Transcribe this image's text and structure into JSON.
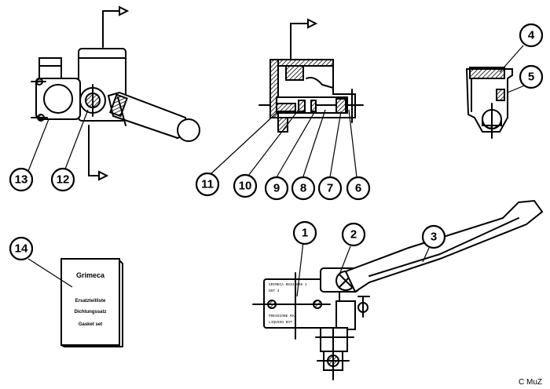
{
  "callouts": [
    {
      "id": "1",
      "label": "1"
    },
    {
      "id": "2",
      "label": "2"
    },
    {
      "id": "3",
      "label": "3"
    },
    {
      "id": "4",
      "label": "4"
    },
    {
      "id": "5",
      "label": "5"
    },
    {
      "id": "6",
      "label": "6"
    },
    {
      "id": "7",
      "label": "7"
    },
    {
      "id": "8",
      "label": "8"
    },
    {
      "id": "9",
      "label": "9"
    },
    {
      "id": "10",
      "label": "10"
    },
    {
      "id": "11",
      "label": "11"
    },
    {
      "id": "12",
      "label": "12"
    },
    {
      "id": "13",
      "label": "13"
    },
    {
      "id": "14",
      "label": "14"
    }
  ],
  "booklet": {
    "title": "Grimeca",
    "line1": "Ersatzteilliste",
    "line2": "Dichtungssatz",
    "line3": "Gasket set"
  },
  "credit": "C MuZ"
}
